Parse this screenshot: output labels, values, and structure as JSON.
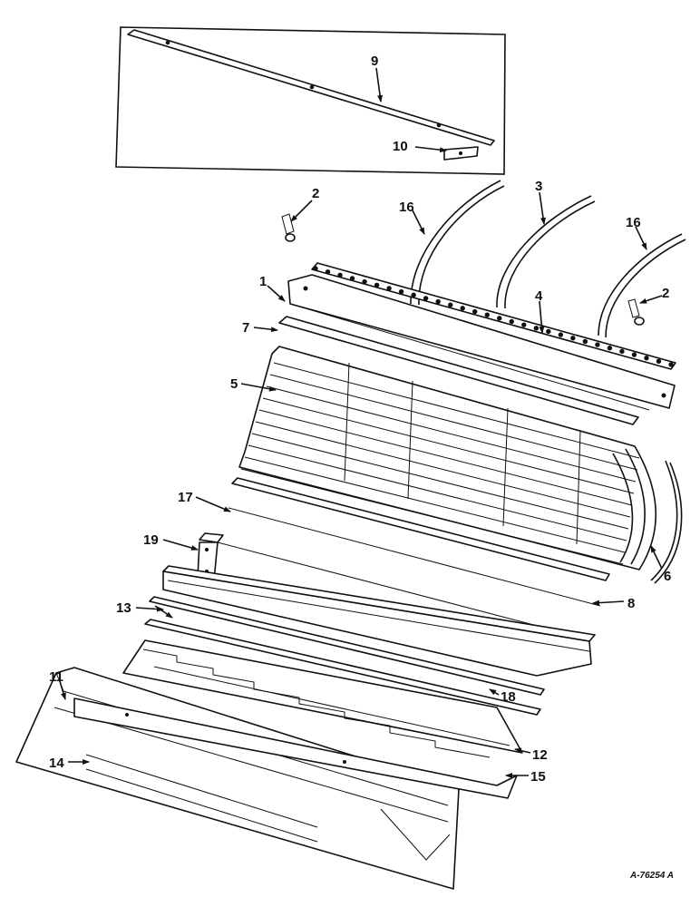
{
  "callouts": {
    "c1": "1",
    "c2a": "2",
    "c2b": "2",
    "c3": "3",
    "c4": "4",
    "c5": "5",
    "c6": "6",
    "c7": "7",
    "c8": "8",
    "c9": "9",
    "c10": "10",
    "c11": "11",
    "c12": "12",
    "c13": "13",
    "c14": "14",
    "c15": "15",
    "c16a": "16",
    "c16b": "16",
    "c17": "17",
    "c18": "18",
    "c19": "19"
  },
  "drawing_code": "A-76254 A"
}
